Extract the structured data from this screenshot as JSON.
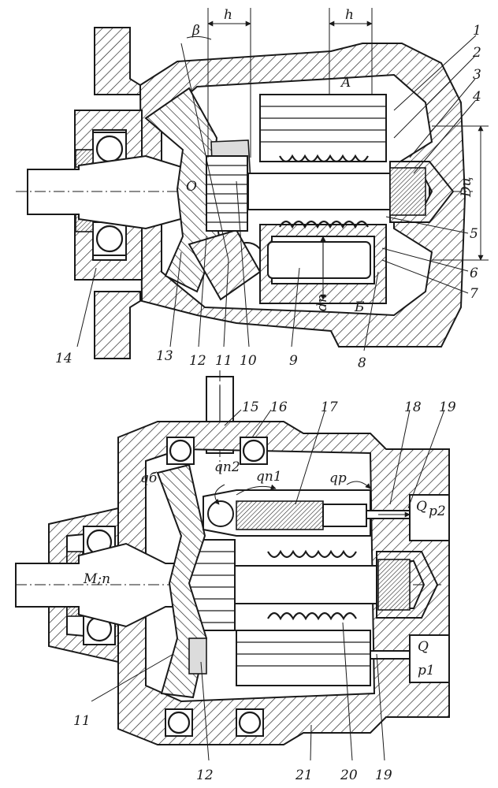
{
  "top_view": {
    "dimension_labels": {
      "beta": "β",
      "h_left": "h",
      "h_right": "h",
      "D_c": "Dц",
      "d_n": "dп",
      "point_O": "O",
      "zone_A": "A",
      "zone_B": "Б"
    },
    "callouts": [
      "1",
      "2",
      "3",
      "4",
      "5",
      "6",
      "7",
      "8",
      "9",
      "10",
      "11",
      "12",
      "13",
      "14"
    ]
  },
  "bottom_view": {
    "flow_labels": {
      "q_n2": "qп2",
      "q_b": "qб",
      "q_n1": "qп1",
      "q_p": "qр",
      "Q_top": "Q",
      "p_2": "p2",
      "Q_bottom": "Q",
      "p_1": "p1",
      "M_n": "M;n"
    },
    "callouts": [
      "15",
      "16",
      "17",
      "18",
      "19",
      "11",
      "12",
      "21",
      "20",
      "19"
    ]
  },
  "colors": {
    "ink": "#1a1a1a",
    "paper": "#ffffff"
  }
}
